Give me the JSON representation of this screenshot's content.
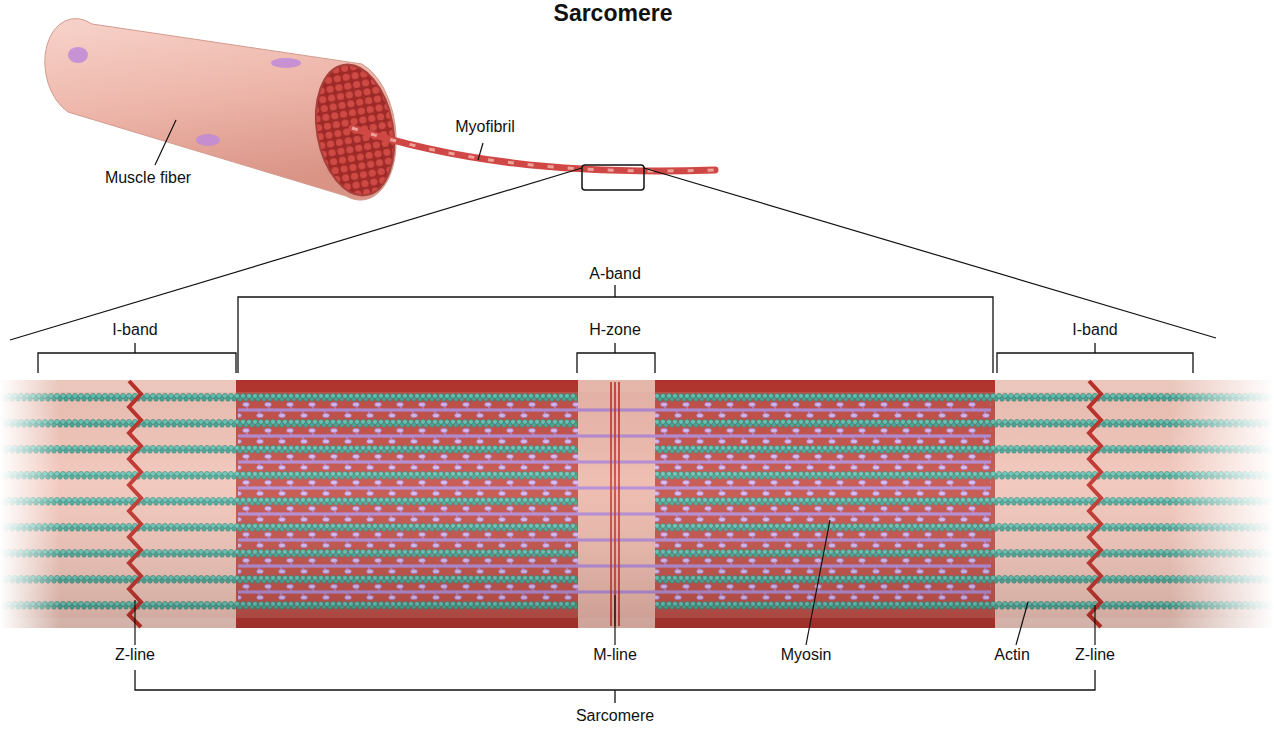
{
  "diagram": {
    "title": "Sarcomere",
    "labels": [
      "Muscle fiber",
      "Myofibril",
      "A-band",
      "I-band",
      "H-zone",
      "I-band",
      "Z-line",
      "M-line",
      "Myosin",
      "Actin",
      "Z-line",
      "Sarcomere"
    ]
  }
}
